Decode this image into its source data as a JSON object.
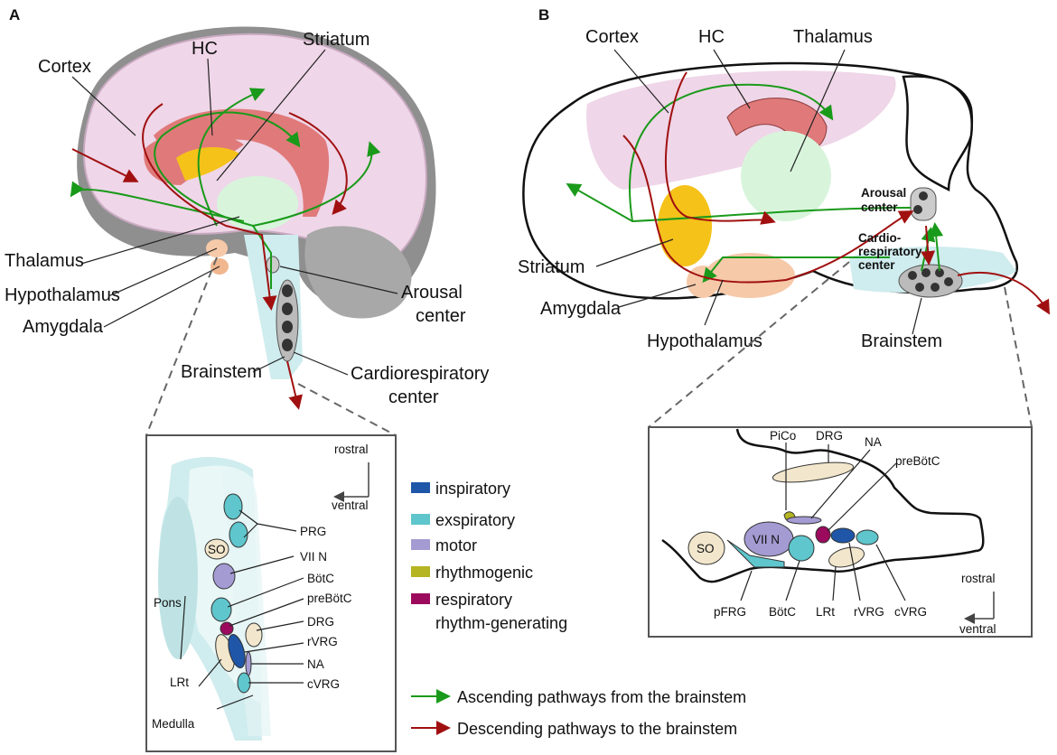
{
  "colors": {
    "inspiratory": "#1f56a8",
    "exspiratory": "#5ec6cc",
    "motor": "#a49bd3",
    "rhythmogenic": "#b5b422",
    "rhythm_generating": "#9c0a5e",
    "ascending": "#1a9a1a",
    "descending": "#a01010",
    "cortex": "#efd6e8",
    "hc": "#e07a7a",
    "striatum": "#f5c21a",
    "thalamus": "#d8f5dc",
    "hypothalamus": "#f6c9a9",
    "brainstem": "#cfecee",
    "lrt": "#f2e6cc"
  },
  "panel_a": {
    "label": "A",
    "regions": {
      "hc": "HC",
      "striatum": "Striatum",
      "cortex": "Cortex",
      "thalamus": "Thalamus",
      "hypothalamus": "Hypothalamus",
      "amygdala": "Amygdala",
      "arousal_1": "Arousal",
      "arousal_2": "center",
      "cardio_1": "Cardiorespiratory",
      "cardio_2": "center",
      "brainstem": "Brainstem"
    },
    "inset": {
      "rostral": "rostral",
      "ventral": "ventral",
      "pons": "Pons",
      "medulla": "Medulla",
      "so": "SO",
      "labels": [
        "PRG",
        "VII N",
        "BötC",
        "preBötC",
        "DRG",
        "rVRG",
        "NA",
        "cVRG",
        "LRt"
      ]
    }
  },
  "legend": {
    "items": [
      {
        "label": "inspiratory",
        "color": "#1f56a8"
      },
      {
        "label": "exspiratory",
        "color": "#5ec6cc"
      },
      {
        "label": "motor",
        "color": "#a49bd3"
      },
      {
        "label": "rhythmogenic",
        "color": "#b5b422"
      },
      {
        "label": "respiratory",
        "color": "#9c0a5e"
      }
    ],
    "item5_line2": "rhythm-generating",
    "ascending": "Ascending pathways from the brainstem",
    "descending": "Descending pathways to the brainstem"
  },
  "panel_b": {
    "label": "B",
    "regions": {
      "cortex": "Cortex",
      "hc": "HC",
      "thalamus": "Thalamus",
      "striatum": "Striatum",
      "amygdala": "Amygdala",
      "hypothalamus": "Hypothalamus",
      "arousal_1": "Arousal",
      "arousal_2": "center",
      "cardio_1": "Cardio-",
      "cardio_2": "respiratory",
      "cardio_3": "center",
      "brainstem": "Brainstem"
    },
    "inset": {
      "rostral": "rostral",
      "ventral": "ventral",
      "so": "SO",
      "vii_n": "VII N",
      "top_labels": [
        "PiCo",
        "DRG",
        "NA",
        "preBötC"
      ],
      "bottom_labels": [
        "pFRG",
        "BötC",
        "LRt",
        "rVRG",
        "cVRG"
      ]
    }
  }
}
